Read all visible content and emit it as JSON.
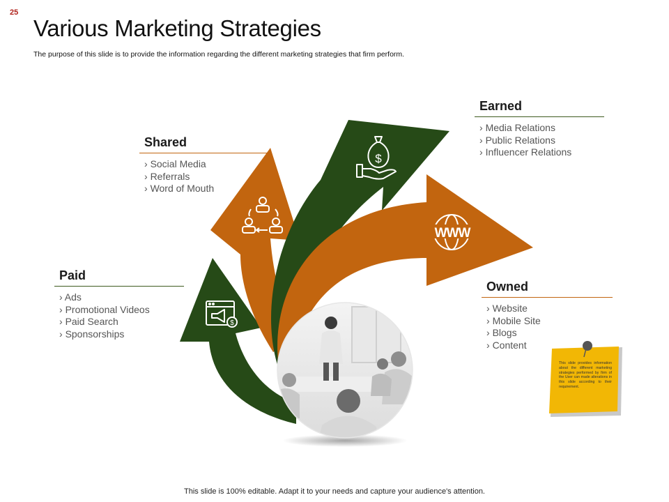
{
  "slide": {
    "page_number": "25",
    "title": "Various Marketing Strategies",
    "subtitle": "The purpose of this slide is to provide the information regarding the different marketing strategies that firm perform.",
    "footer": "This slide is 100% editable. Adapt it to your needs and capture your audience's attention."
  },
  "categories": {
    "paid": {
      "title": "Paid",
      "items": [
        "Ads",
        "Promotional Videos",
        "Paid Search",
        "Sponsorships"
      ]
    },
    "shared": {
      "title": "Shared",
      "items": [
        "Social Media",
        "Referrals",
        "Word of Mouth"
      ]
    },
    "earned": {
      "title": "Earned",
      "items": [
        "Media Relations",
        "Public Relations",
        "Influencer Relations"
      ]
    },
    "owned": {
      "title": "Owned",
      "items": [
        "Website",
        "Mobile Site",
        "Blogs",
        "Content"
      ]
    }
  },
  "note": {
    "text": "This slide provides information about the different marketing strategies performed by firm of the User can made alterations in this slide according to their requirement."
  },
  "icons": {
    "paid": "megaphone-browser-icon",
    "shared": "people-referral-icon",
    "earned": "money-bag-hand-icon",
    "owned": "www-globe-icon",
    "photo": "meeting-photo"
  },
  "colors": {
    "green": "#264a17",
    "orange": "#c2650f",
    "note_yellow": "#f2b705",
    "page_number": "#b0221b"
  }
}
